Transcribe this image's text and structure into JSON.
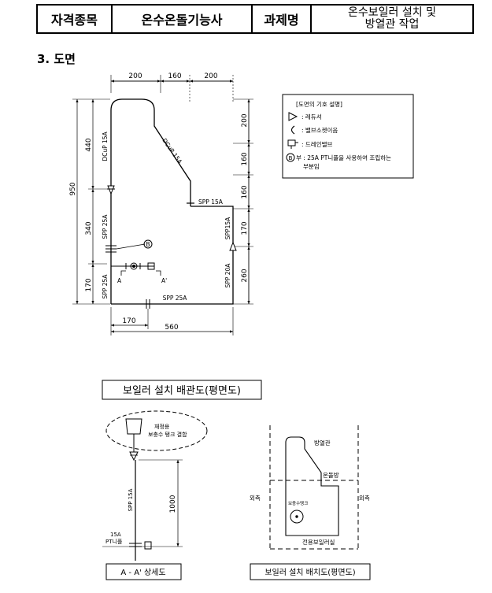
{
  "header": {
    "label1": "자격종목",
    "value1": "온수온돌기능사",
    "label2": "과제명",
    "value2_line1": "온수보일러 설치 및",
    "value2_line2": "방열관 작업"
  },
  "section_title": "3. 도면",
  "plan": {
    "dims_top": [
      "200",
      "160",
      "200"
    ],
    "dims_left_outer": "950",
    "dims_left_inner": [
      "440",
      "340",
      "170"
    ],
    "dims_right": [
      "200",
      "160",
      "160",
      "170",
      "260"
    ],
    "dims_bottom": [
      "170",
      "560"
    ],
    "pipe_labels": {
      "dcup_vertical": "DCuP 15A",
      "dcup_diagonal": "DCuP 15A",
      "spp15_top": "SPP 15A",
      "spp15_right": "SPP15A",
      "spp25_left_upper": "SPP 25A",
      "spp25_left_lower": "SPP 25A",
      "spp20_right": "SPP 20A",
      "spp25_bottom": "SPP 25A"
    },
    "section_marks": [
      "A",
      "A'"
    ],
    "marker_b": "B"
  },
  "legend": {
    "title": "[도면의 기호 설명]",
    "items": [
      ": 레듀셔",
      ": 밸브소켓이음",
      ": 드레인밸브",
      "부 : 25A PT니플을 사용하여 조립하는",
      "부분임"
    ],
    "marker_b": "B"
  },
  "boiler_title": "보일러 설치 배관도(평면도)",
  "detail": {
    "tank_line1": "재정용",
    "tank_line2": "보충수 탱크 결합",
    "pipe_label": "SPP 15A",
    "dim": "1000",
    "nipple_line1": "15A",
    "nipple_line2": "PT니플",
    "caption": "A - A' 상세도"
  },
  "layout_plan": {
    "label_radiator": "방열관",
    "label_floor_room": "온돌방",
    "label_outside_left": "외측",
    "label_outside_right": "외측",
    "label_tank": "보충수탱크",
    "label_boiler_room": "전용보일러실",
    "caption": "보일러 설치 배치도(평면도)"
  }
}
